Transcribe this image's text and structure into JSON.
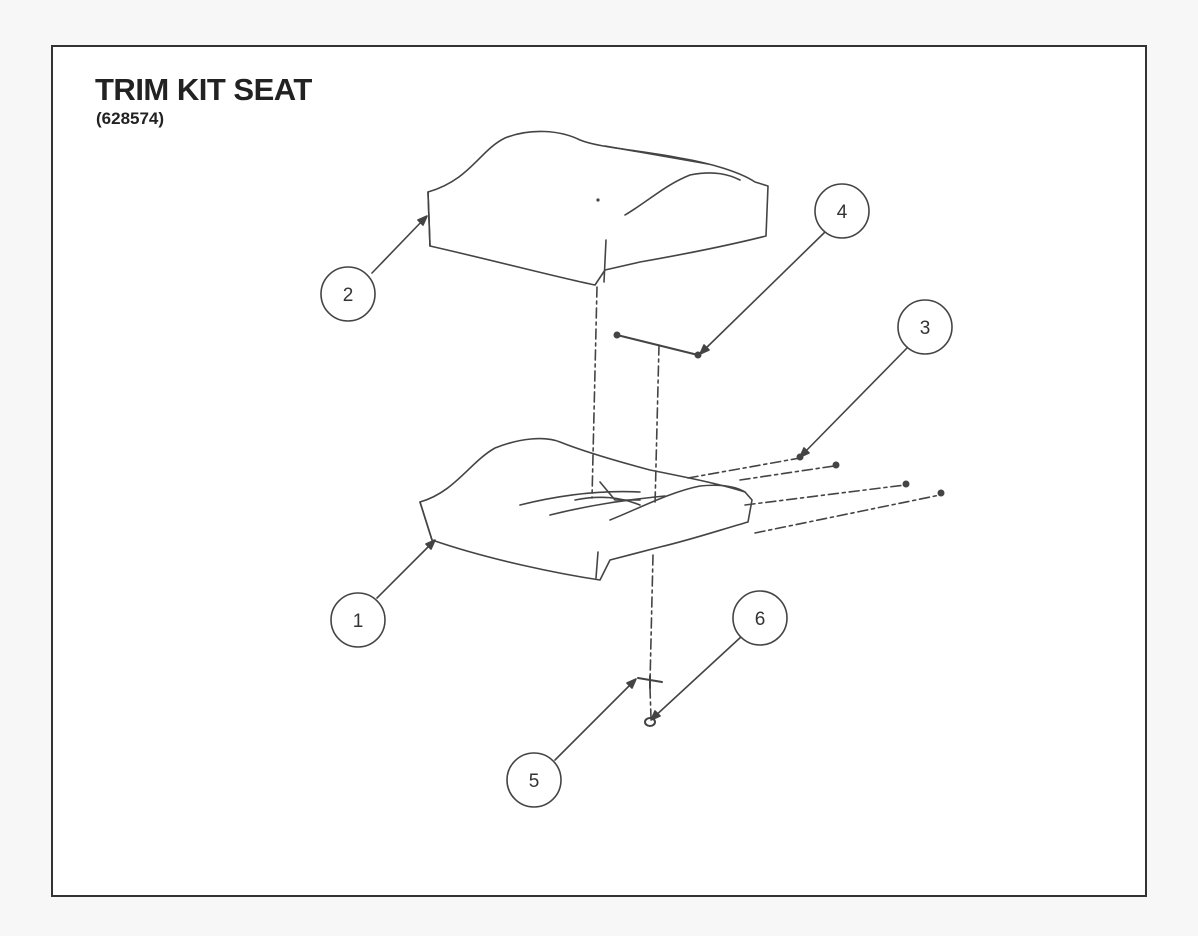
{
  "diagram": {
    "title": "TRIM KIT SEAT",
    "part_number": "(628574)",
    "callouts": [
      "1",
      "2",
      "3",
      "4",
      "5",
      "6"
    ]
  }
}
